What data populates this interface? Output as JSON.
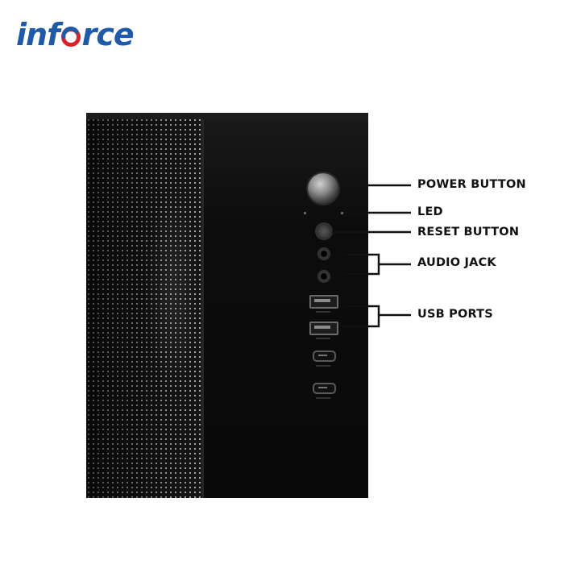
{
  "brand": {
    "logo_part1": "inf",
    "logo_part2": "rce",
    "primary_color": "#1e5aa8",
    "accent_color": "#d8232a"
  },
  "product": {
    "case_color": "#0e0e0e",
    "mesh_color": "#b5b5b5"
  },
  "callouts": {
    "power_button": "POWER BUTTON",
    "led": "LED",
    "reset_button": "RESET BUTTON",
    "audio_jack": "AUDIO JACK",
    "usb_ports": "USB PORTS"
  },
  "icons": {
    "power": "power-button-icon",
    "led": "led-indicator-icon",
    "reset": "reset-button-icon",
    "audio": "audio-jack-icon",
    "usb_a": "usb-a-port-icon",
    "usb_c": "usb-c-port-icon"
  }
}
